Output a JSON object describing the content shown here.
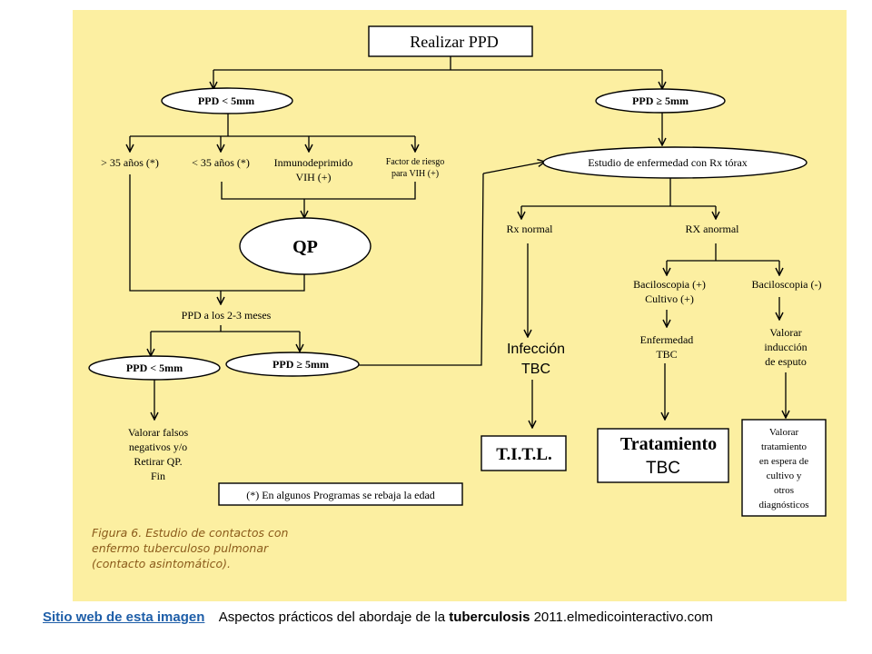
{
  "nodes": {
    "realizar": "Realizar PPD",
    "ppd_lt5": "PPD < 5mm",
    "ppd_ge5": "PPD ≥ 5mm",
    "gt35": "> 35 años (*)",
    "lt35": "< 35 años (*)",
    "inmuno_1": "Inmunodeprimido",
    "inmuno_2": "VIH (+)",
    "factor_1": "Factor de riesgo",
    "factor_2": "para VIH (+)",
    "estudio": "Estudio de enfermedad con Rx tórax",
    "qp": "QP",
    "ppd_meses": "PPD  a los 2-3 meses",
    "ppd_lt5_b": "PPD < 5mm",
    "ppd_ge5_b": "PPD ≥ 5mm",
    "valorar_1": "Valorar falsos",
    "valorar_2": "negativos y/o",
    "valorar_3": "Retirar QP.",
    "valorar_4": "Fin",
    "nota": "(*) En algunos Programas se rebaja la edad",
    "rx_normal": "Rx normal",
    "rx_anormal": "RX anormal",
    "infeccion_1": "Infección",
    "infeccion_2": "TBC",
    "titl": "T.I.T.L.",
    "bacilo_pos_1": "Baciloscopia (+)",
    "bacilo_pos_2": "Cultivo (+)",
    "bacilo_neg": "Baciloscopia (-)",
    "enfermedad_1": "Enfermedad",
    "enfermedad_2": "TBC",
    "tratamiento_1": "Tratamiento",
    "tratamiento_2": "TBC",
    "induccion_1": "Valorar",
    "induccion_2": "inducción",
    "induccion_3": "de esputo",
    "tto_espera_1": "Valorar",
    "tto_espera_2": "tratamiento",
    "tto_espera_3": "en espera de",
    "tto_espera_4": "cultivo y",
    "tto_espera_5": "otros",
    "tto_espera_6": "diagnósticos"
  },
  "caption": {
    "line1": "Figura 6. Estudio de contactos con",
    "line2": "enfermo tuberculoso pulmonar",
    "line3": "(contacto asintomático)."
  },
  "footer": {
    "link": "Sitio web de esta imagen",
    "text1": "Aspectos prácticos del abordaje de la",
    "bold": "tuberculosis",
    "text2": "2011.elmedicointeractivo.com"
  },
  "colors": {
    "panel": "#fcefa1",
    "caption": "#8a5a1a",
    "link": "#1e5ea8"
  }
}
